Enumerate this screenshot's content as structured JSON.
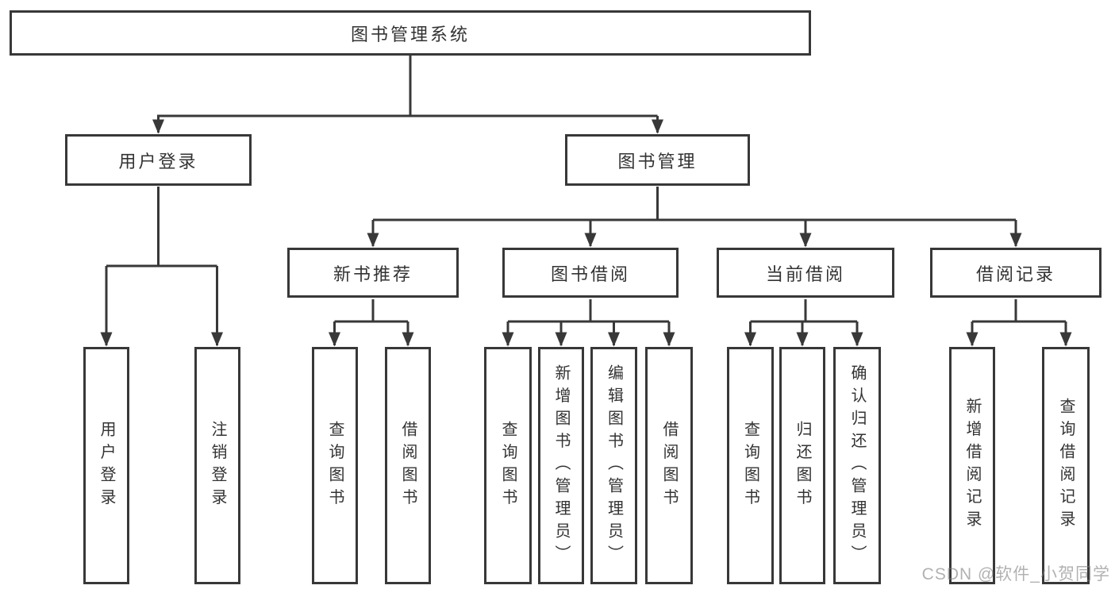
{
  "diagram": {
    "root": {
      "label": "图书管理系统",
      "children": [
        {
          "label": "用户登录",
          "children": [
            {
              "label": "用户登录"
            },
            {
              "label": "注销登录"
            }
          ]
        },
        {
          "label": "图书管理",
          "children": [
            {
              "label": "新书推荐",
              "children": [
                {
                  "label": "查询图书"
                },
                {
                  "label": "借阅图书"
                }
              ]
            },
            {
              "label": "图书借阅",
              "children": [
                {
                  "label": "查询图书"
                },
                {
                  "label": "新增图书（管理员）"
                },
                {
                  "label": "编辑图书（管理员）"
                },
                {
                  "label": "借阅图书"
                }
              ]
            },
            {
              "label": "当前借阅",
              "children": [
                {
                  "label": "查询图书"
                },
                {
                  "label": "归还图书"
                },
                {
                  "label": "确认归还（管理员）"
                }
              ]
            },
            {
              "label": "借阅记录",
              "children": [
                {
                  "label": "新增借阅记录"
                },
                {
                  "label": "查询借阅记录"
                }
              ]
            }
          ]
        }
      ]
    },
    "colors": {
      "line": "#383838",
      "box_border": "#383838",
      "text": "#333333",
      "background": "#ffffff"
    }
  },
  "watermark": {
    "text": "CSDN @软件_小贺同学"
  }
}
